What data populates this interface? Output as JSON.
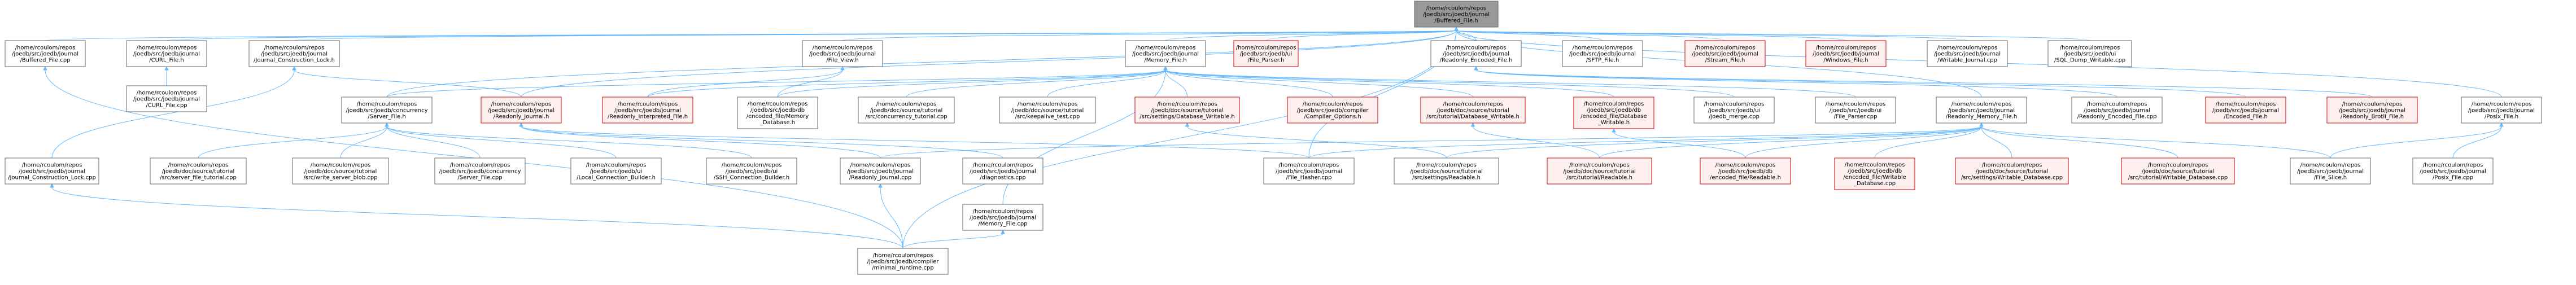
{
  "nodes": [
    {
      "id": "root",
      "lines": [
        "/home/rcoulom/repos",
        "/joedb/src/joedb/journal",
        "/Buffered_File.h"
      ],
      "style": "root"
    },
    {
      "id": "buffered_file_cpp",
      "lines": [
        "/home/rcoulom/repos",
        "/joedb/src/joedb/journal",
        "/Buffered_File.cpp"
      ],
      "style": "normal"
    },
    {
      "id": "curl_file_h",
      "lines": [
        "/home/rcoulom/repos",
        "/joedb/src/joedb/journal",
        "/CURL_File.h"
      ],
      "style": "normal"
    },
    {
      "id": "curl_file_cpp",
      "lines": [
        "/home/rcoulom/repos",
        "/joedb/src/joedb/journal",
        "/CURL_File.cpp"
      ],
      "style": "normal"
    },
    {
      "id": "journal_construction_lock_h",
      "lines": [
        "/home/rcoulom/repos",
        "/joedb/src/joedb/journal",
        "/Journal_Construction_Lock.h"
      ],
      "style": "normal"
    },
    {
      "id": "journal_construction_lock_cpp",
      "lines": [
        "/home/rcoulom/repos",
        "/joedb/src/joedb/journal",
        "/Journal_Construction_Lock.cpp"
      ],
      "style": "normal"
    },
    {
      "id": "server_file_h",
      "lines": [
        "/home/rcoulom/repos",
        "/joedb/src/joedb/concurrency",
        "/Server_File.h"
      ],
      "style": "normal"
    },
    {
      "id": "readonly_journal_h",
      "lines": [
        "/home/rcoulom/repos",
        "/joedb/src/joedb/journal",
        "/Readonly_Journal.h"
      ],
      "style": "red"
    },
    {
      "id": "file_view_h",
      "lines": [
        "/home/rcoulom/repos",
        "/joedb/src/joedb/journal",
        "/File_View.h"
      ],
      "style": "normal"
    },
    {
      "id": "memory_file_h",
      "lines": [
        "/home/rcoulom/repos",
        "/joedb/src/joedb/journal",
        "/Memory_File.h"
      ],
      "style": "normal"
    },
    {
      "id": "file_parser_h",
      "lines": [
        "/home/rcoulom/repos",
        "/joedb/src/joedb/ui",
        "/File_Parser.h"
      ],
      "style": "red"
    },
    {
      "id": "readonly_encoded_file_h",
      "lines": [
        "/home/rcoulom/repos",
        "/joedb/src/joedb/journal",
        "/Readonly_Encoded_File.h"
      ],
      "style": "normal"
    },
    {
      "id": "sftp_file_h",
      "lines": [
        "/home/rcoulom/repos",
        "/joedb/src/joedb/journal",
        "/SFTP_File.h"
      ],
      "style": "normal"
    },
    {
      "id": "stream_file_h",
      "lines": [
        "/home/rcoulom/repos",
        "/joedb/src/joedb/journal",
        "/Stream_File.h"
      ],
      "style": "red"
    },
    {
      "id": "windows_file_h",
      "lines": [
        "/home/rcoulom/repos",
        "/joedb/src/joedb/journal",
        "/Windows_File.h"
      ],
      "style": "red"
    },
    {
      "id": "writable_journal_cpp",
      "lines": [
        "/home/rcoulom/repos",
        "/joedb/src/joedb/journal",
        "/Writable_Journal.cpp"
      ],
      "style": "normal"
    },
    {
      "id": "sql_dump_writable_cpp",
      "lines": [
        "/home/rcoulom/repos",
        "/joedb/src/joedb/ui",
        "/SQL_Dump_Writable.cpp"
      ],
      "style": "normal"
    },
    {
      "id": "readonly_interpreted_file_h",
      "lines": [
        "/home/rcoulom/repos",
        "/joedb/src/joedb/journal",
        "/Readonly_Interpreted_File.h"
      ],
      "style": "red"
    },
    {
      "id": "encoded_file_memory_database_h",
      "lines": [
        "/home/rcoulom/repos",
        "/joedb/src/joedb/db",
        "/encoded_file/Memory",
        "_Database.h"
      ],
      "style": "normal"
    },
    {
      "id": "concurrency_tutorial_cpp",
      "lines": [
        "/home/rcoulom/repos",
        "/joedb/doc/source/tutorial",
        "/src/concurrency_tutorial.cpp"
      ],
      "style": "normal"
    },
    {
      "id": "keepalive_test_cpp",
      "lines": [
        "/home/rcoulom/repos",
        "/joedb/doc/source/tutorial",
        "/src/keepalive_test.cpp"
      ],
      "style": "normal"
    },
    {
      "id": "settings_database_writable_h",
      "lines": [
        "/home/rcoulom/repos",
        "/joedb/doc/source/tutorial",
        "/src/settings/Database_Writable.h"
      ],
      "style": "red"
    },
    {
      "id": "compiler_options_h",
      "lines": [
        "/home/rcoulom/repos",
        "/joedb/src/joedb/compiler",
        "/Compiler_Options.h"
      ],
      "style": "red"
    },
    {
      "id": "tutorial_database_writable_h",
      "lines": [
        "/home/rcoulom/repos",
        "/joedb/doc/source/tutorial",
        "/src/tutorial/Database_Writable.h"
      ],
      "style": "red"
    },
    {
      "id": "encoded_file_database_writable_h",
      "lines": [
        "/home/rcoulom/repos",
        "/joedb/src/joedb/db",
        "/encoded_file/Database",
        "_Writable.h"
      ],
      "style": "red"
    },
    {
      "id": "joedb_merge_cpp",
      "lines": [
        "/home/rcoulom/repos",
        "/joedb/src/joedb/ui",
        "/joedb_merge.cpp"
      ],
      "style": "normal"
    },
    {
      "id": "file_parser_cpp",
      "lines": [
        "/home/rcoulom/repos",
        "/joedb/src/joedb/ui",
        "/File_Parser.cpp"
      ],
      "style": "normal"
    },
    {
      "id": "readonly_memory_file_h",
      "lines": [
        "/home/rcoulom/repos",
        "/joedb/src/joedb/journal",
        "/Readonly_Memory_File.h"
      ],
      "style": "normal"
    },
    {
      "id": "readonly_encoded_file_cpp",
      "lines": [
        "/home/rcoulom/repos",
        "/joedb/src/joedb/journal",
        "/Readonly_Encoded_File.cpp"
      ],
      "style": "normal"
    },
    {
      "id": "encoded_file_h",
      "lines": [
        "/home/rcoulom/repos",
        "/joedb/src/joedb/journal",
        "/Encoded_File.h"
      ],
      "style": "red"
    },
    {
      "id": "readonly_brotli_file_h",
      "lines": [
        "/home/rcoulom/repos",
        "/joedb/src/joedb/journal",
        "/Readonly_Brotli_File.h"
      ],
      "style": "red"
    },
    {
      "id": "posix_file_h",
      "lines": [
        "/home/rcoulom/repos",
        "/joedb/src/joedb/journal",
        "/Posix_File.h"
      ],
      "style": "normal"
    },
    {
      "id": "server_file_tutorial_cpp",
      "lines": [
        "/home/rcoulom/repos",
        "/joedb/doc/source/tutorial",
        "/src/server_file_tutorial.cpp"
      ],
      "style": "normal"
    },
    {
      "id": "write_server_blob_cpp",
      "lines": [
        "/home/rcoulom/repos",
        "/joedb/doc/source/tutorial",
        "/src/write_server_blob.cpp"
      ],
      "style": "normal"
    },
    {
      "id": "server_file_cpp",
      "lines": [
        "/home/rcoulom/repos",
        "/joedb/src/joedb/concurrency",
        "/Server_File.cpp"
      ],
      "style": "normal"
    },
    {
      "id": "local_connection_builder_h",
      "lines": [
        "/home/rcoulom/repos",
        "/joedb/src/joedb/ui",
        "/Local_Connection_Builder.h"
      ],
      "style": "normal"
    },
    {
      "id": "ssh_connection_builder_h",
      "lines": [
        "/home/rcoulom/repos",
        "/joedb/src/joedb/ui",
        "/SSH_Connection_Builder.h"
      ],
      "style": "normal"
    },
    {
      "id": "readonly_journal_cpp",
      "lines": [
        "/home/rcoulom/repos",
        "/joedb/src/joedb/journal",
        "/Readonly_Journal.cpp"
      ],
      "style": "normal"
    },
    {
      "id": "diagnostics_cpp",
      "lines": [
        "/home/rcoulom/repos",
        "/joedb/src/joedb/journal",
        "/diagnostics.cpp"
      ],
      "style": "normal"
    },
    {
      "id": "memory_file_cpp",
      "lines": [
        "/home/rcoulom/repos",
        "/joedb/src/joedb/journal",
        "/Memory_File.cpp"
      ],
      "style": "normal"
    },
    {
      "id": "file_hasher_cpp",
      "lines": [
        "/home/rcoulom/repos",
        "/joedb/src/joedb/journal",
        "/File_Hasher.cpp"
      ],
      "style": "normal"
    },
    {
      "id": "settings_readable_h",
      "lines": [
        "/home/rcoulom/repos",
        "/joedb/doc/source/tutorial",
        "/src/settings/Readable.h"
      ],
      "style": "normal"
    },
    {
      "id": "tutorial_readable_h",
      "lines": [
        "/home/rcoulom/repos",
        "/joedb/doc/source/tutorial",
        "/src/tutorial/Readable.h"
      ],
      "style": "red"
    },
    {
      "id": "encoded_file_readable_h",
      "lines": [
        "/home/rcoulom/repos",
        "/joedb/src/joedb/db",
        "/encoded_file/Readable.h"
      ],
      "style": "red"
    },
    {
      "id": "encoded_file_writable_database_cpp",
      "lines": [
        "/home/rcoulom/repos",
        "/joedb/src/joedb/db",
        "/encoded_file/Writable",
        "_Database.cpp"
      ],
      "style": "red"
    },
    {
      "id": "settings_writable_database_cpp",
      "lines": [
        "/home/rcoulom/repos",
        "/joedb/doc/source/tutorial",
        "/src/settings/Writable_Database.cpp"
      ],
      "style": "red"
    },
    {
      "id": "tutorial_writable_database_cpp",
      "lines": [
        "/home/rcoulom/repos",
        "/joedb/doc/source/tutorial",
        "/src/tutorial/Writable_Database.cpp"
      ],
      "style": "red"
    },
    {
      "id": "file_slice_h",
      "lines": [
        "/home/rcoulom/repos",
        "/joedb/src/joedb/journal",
        "/File_Slice.h"
      ],
      "style": "normal"
    },
    {
      "id": "posix_file_cpp",
      "lines": [
        "/home/rcoulom/repos",
        "/joedb/src/joedb/journal",
        "/Posix_File.cpp"
      ],
      "style": "normal"
    },
    {
      "id": "minimal_runtime_cpp",
      "lines": [
        "/home/rcoulom/repos",
        "/joedb/src/joedb/compiler",
        "/minimal_runtime.cpp"
      ],
      "style": "normal"
    }
  ],
  "edges": [
    [
      "root",
      "buffered_file_cpp"
    ],
    [
      "root",
      "curl_file_h"
    ],
    [
      "root",
      "journal_construction_lock_h"
    ],
    [
      "root",
      "file_view_h"
    ],
    [
      "root",
      "memory_file_h"
    ],
    [
      "root",
      "file_parser_h"
    ],
    [
      "root",
      "readonly_encoded_file_h"
    ],
    [
      "root",
      "sftp_file_h"
    ],
    [
      "root",
      "stream_file_h"
    ],
    [
      "root",
      "windows_file_h"
    ],
    [
      "root",
      "writable_journal_cpp"
    ],
    [
      "root",
      "sql_dump_writable_cpp"
    ],
    [
      "root",
      "posix_file_h"
    ],
    [
      "root",
      "server_file_h"
    ],
    [
      "root",
      "readonly_journal_h"
    ],
    [
      "root",
      "file_hasher_cpp"
    ],
    [
      "root",
      "readonly_memory_file_h"
    ],
    [
      "root",
      "minimal_runtime_cpp"
    ],
    [
      "curl_file_h",
      "curl_file_cpp"
    ],
    [
      "journal_construction_lock_h",
      "journal_construction_lock_cpp"
    ],
    [
      "journal_construction_lock_h",
      "readonly_journal_h"
    ],
    [
      "file_view_h",
      "readonly_interpreted_file_h"
    ],
    [
      "file_view_h",
      "encoded_file_memory_database_h"
    ],
    [
      "memory_file_h",
      "readonly_interpreted_file_h"
    ],
    [
      "memory_file_h",
      "encoded_file_memory_database_h"
    ],
    [
      "memory_file_h",
      "concurrency_tutorial_cpp"
    ],
    [
      "memory_file_h",
      "keepalive_test_cpp"
    ],
    [
      "memory_file_h",
      "settings_database_writable_h"
    ],
    [
      "memory_file_h",
      "compiler_options_h"
    ],
    [
      "memory_file_h",
      "tutorial_database_writable_h"
    ],
    [
      "memory_file_h",
      "encoded_file_database_writable_h"
    ],
    [
      "memory_file_h",
      "joedb_merge_cpp"
    ],
    [
      "memory_file_h",
      "file_parser_cpp"
    ],
    [
      "memory_file_h",
      "server_file_h"
    ],
    [
      "memory_file_h",
      "memory_file_cpp"
    ],
    [
      "readonly_encoded_file_h",
      "readonly_encoded_file_cpp"
    ],
    [
      "readonly_encoded_file_h",
      "encoded_file_h"
    ],
    [
      "readonly_encoded_file_h",
      "readonly_brotli_file_h"
    ],
    [
      "server_file_h",
      "server_file_tutorial_cpp"
    ],
    [
      "server_file_h",
      "write_server_blob_cpp"
    ],
    [
      "server_file_h",
      "server_file_cpp"
    ],
    [
      "server_file_h",
      "local_connection_builder_h"
    ],
    [
      "server_file_h",
      "ssh_connection_builder_h"
    ],
    [
      "readonly_journal_h",
      "readonly_journal_cpp"
    ],
    [
      "readonly_journal_h",
      "diagnostics_cpp"
    ],
    [
      "readonly_journal_h",
      "file_hasher_cpp"
    ],
    [
      "settings_database_writable_h",
      "settings_readable_h"
    ],
    [
      "tutorial_database_writable_h",
      "tutorial_readable_h"
    ],
    [
      "encoded_file_database_writable_h",
      "encoded_file_readable_h"
    ],
    [
      "readonly_memory_file_h",
      "settings_readable_h"
    ],
    [
      "readonly_memory_file_h",
      "tutorial_readable_h"
    ],
    [
      "readonly_memory_file_h",
      "encoded_file_readable_h"
    ],
    [
      "readonly_memory_file_h",
      "encoded_file_writable_database_cpp"
    ],
    [
      "readonly_memory_file_h",
      "settings_writable_database_cpp"
    ],
    [
      "readonly_memory_file_h",
      "tutorial_writable_database_cpp"
    ],
    [
      "readonly_memory_file_h",
      "file_slice_h"
    ],
    [
      "readonly_memory_file_h",
      "readonly_journal_cpp"
    ],
    [
      "readonly_memory_file_h",
      "file_hasher_cpp"
    ],
    [
      "posix_file_h",
      "file_slice_h"
    ],
    [
      "posix_file_h",
      "posix_file_cpp"
    ],
    [
      "buffered_file_cpp",
      "minimal_runtime_cpp"
    ],
    [
      "journal_construction_lock_cpp",
      "minimal_runtime_cpp"
    ],
    [
      "readonly_journal_cpp",
      "minimal_runtime_cpp"
    ],
    [
      "memory_file_cpp",
      "minimal_runtime_cpp"
    ]
  ],
  "colors": {
    "edge": "#63b8ff",
    "root_fill": "#999999",
    "red_border": "#cc0000",
    "red_fill": "#fff0f0"
  }
}
